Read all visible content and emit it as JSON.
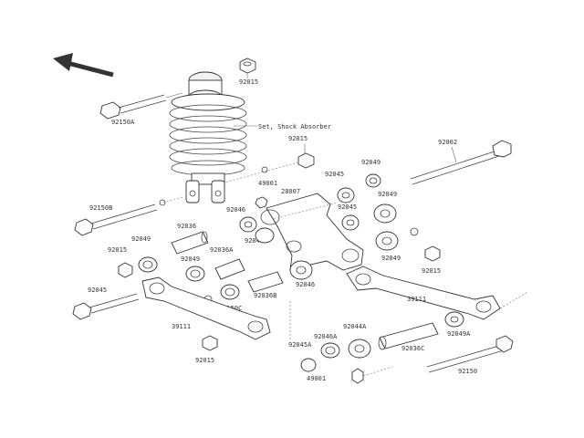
{
  "labels": {
    "shock_absorber": "Set, Shock Absorber",
    "p92015_top": "92015",
    "p92150_left": "92150A",
    "p92015_mid": "92015",
    "p92002": "92002",
    "p92045": "92045",
    "p92049_a": "92049",
    "p49001_top": "49001",
    "p92150_b": "92150B",
    "p28007": "28007",
    "p92046_a": "92046",
    "p92045_b": "92045",
    "p92049_b": "92049",
    "p92036": "92036",
    "p92049_c": "92049",
    "p92015_left": "92015",
    "p92049_d": "92049",
    "p92036_b": "92036A",
    "p92046_b": "92046",
    "p92049_e": "92049",
    "p92015_right": "92015",
    "p92150_c": "92150C",
    "p92036_c": "92036B",
    "p92046_c": "92046",
    "p39111_right": "39111",
    "p92045_c": "92045",
    "p39111_left": "39111",
    "p92044": "92044A",
    "p92046_d": "92046A",
    "p92045_d": "92045A",
    "p92049_f": "92049A",
    "p92036_d": "92036C",
    "p92015_bottom": "92015",
    "p49001_bottom": "49001",
    "p92150_d": "92150"
  },
  "icons": {
    "front_arrow": "direction-arrow-icon"
  }
}
